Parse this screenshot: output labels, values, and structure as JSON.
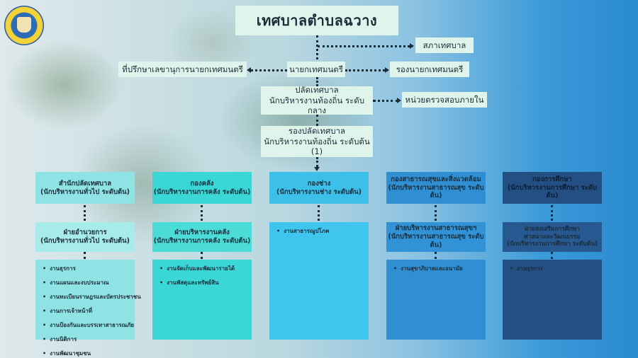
{
  "title": "เทศบาลตำบลฉวาง",
  "council": "สภาเทศบาล",
  "mayor": "นายกเทศมนตรี",
  "advisor": "ที่ปรึกษาเลขานุการนายกเทศมนตรี",
  "deputy_mayor": "รองนายกเทศมนตรี",
  "clerk": {
    "line1": "ปลัดเทศบาล",
    "line2": "นักบริหารงานท้องถิ่น ระดับกลาง"
  },
  "audit": "หน่วยตรวจสอบภายใน",
  "deputy_clerk": {
    "line1": "รองปลัดเทศบาล",
    "line2": "นักบริหารงานท้องถิ่น ระดับต้น (1)"
  },
  "departments": [
    {
      "name": "สำนักปลัดเทศบาล",
      "rank": "(นักบริหารงานทั่วไป ระดับต้น)",
      "sub": {
        "line1": "ฝ่ายอำนวยการ",
        "line2": "(นักบริหารงานทั่วไป ระดับต้น)"
      },
      "items": [
        "งานธุรการ",
        "งานแผนและงบประมาณ",
        "งานทะเบียนราษฎรและบัตรประชาชน",
        "งานการเจ้าหน้าที่",
        "งานป้องกันและบรรเทาสาธารณภัย",
        "งานนิติการ",
        "งานพัฒนาชุมชน"
      ]
    },
    {
      "name": "กองคลัง",
      "rank": "(นักบริหารงานการคลัง ระดับต้น)",
      "sub": {
        "line1": "ฝ่ายบริหารงานคลัง",
        "line2": "(นักบริหารงานการคลัง ระดับต้น)"
      },
      "items": [
        "งานจัดเก็บและพัฒนารายได้",
        "งานพัสดุและทรัพย์สิน"
      ]
    },
    {
      "name": "กองช่าง",
      "rank": "(นักบริหารงานช่าง ระดับต้น)",
      "items": [
        "งานสาธารณูปโภค"
      ]
    },
    {
      "name": "กองสาธารณสุขและสิ่งแวดล้อม",
      "rank": "(นักบริหารงานสาธารณสุข ระดับต้น)",
      "sub": {
        "line1": "ฝ่ายบริหารงานสาธารณสุขฯ",
        "line2": "(นักบริหารงานสาธารณสุข ระดับต้น)"
      },
      "items": [
        "งานสุขาภิบาลและอนามัย"
      ]
    },
    {
      "name": "กองการศึกษา",
      "rank": "(นักบริหารงานการศึกษา ระดับต้น)",
      "sub": {
        "line1": "ฝ่ายส่งเสริมการศึกษา",
        "line2": "ศาสนาและวัฒนธรรม",
        "line3": "(นักบริหารงานการศึกษา ระดับต้น)"
      },
      "items": [
        "งานธุรการ"
      ]
    }
  ]
}
